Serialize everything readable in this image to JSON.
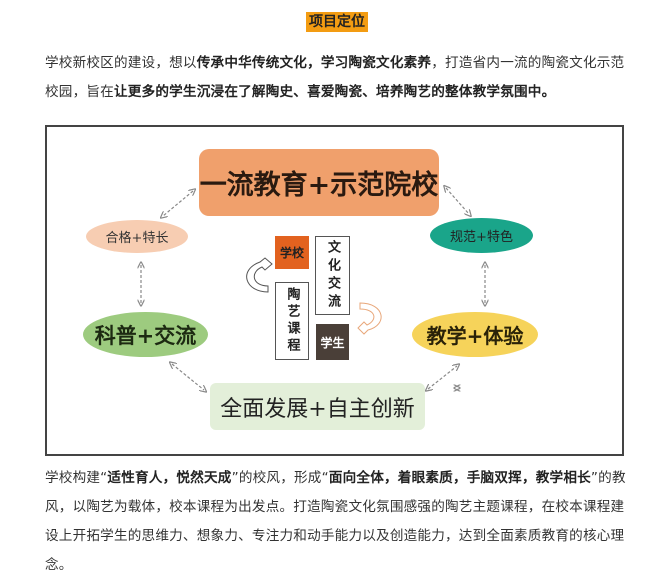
{
  "title": "项目定位",
  "intro": [
    {
      "text": "学校新校区的建设，想以",
      "bold": false
    },
    {
      "text": "传承中华传统文化，学习陶瓷文化素养",
      "bold": true
    },
    {
      "text": "，打造省内一流的陶瓷文化示范校园，旨在",
      "bold": false
    },
    {
      "text": "让更多的学生沉浸在了解陶史、喜爱陶瓷、培养陶艺的整体教学氛围中。",
      "bold": true
    }
  ],
  "diagram": {
    "top": "一流教育+示范院校",
    "left_top": "合格+特长",
    "right_top": "规范+特色",
    "left_mid": "科普+交流",
    "right_mid": "教学+体验",
    "bottom": "全面发展+自主创新",
    "center_school": "学校",
    "center_culture": "文化交流",
    "center_course": "陶艺课程",
    "center_student": "学生"
  },
  "body": [
    {
      "text": "学校构建“",
      "bold": false
    },
    {
      "text": "适性育人，悦然天成",
      "bold": true
    },
    {
      "text": "”的校风，形成“",
      "bold": false
    },
    {
      "text": "面向全体，着眼素质，手脑双挥，教学相长",
      "bold": true
    },
    {
      "text": "”的教风，以陶艺为载体，校本课程为出发点。打造陶瓷文化氛围感强的陶艺主题课程，在校本课程建设上开拓学生的思维力、想象力、专注力和动手能力以及创造能力，达到全面素质教育的核心理念。",
      "bold": false
    }
  ]
}
